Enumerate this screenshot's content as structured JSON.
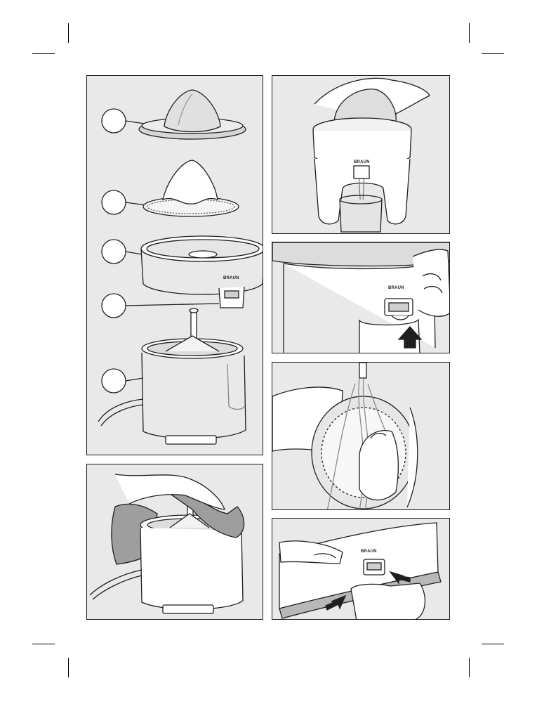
{
  "brand": {
    "logo_text": "BRAUN"
  },
  "colors": {
    "panel_bg": "#e9e9e9",
    "appliance": "#ffffff",
    "outline": "#1f1f1f",
    "shadow": "#bdbdbd",
    "juice": "#d9d9d9"
  },
  "panels": [
    {
      "id": "parts-overview",
      "icon": "juicer-exploded-parts",
      "callouts": 5
    },
    {
      "id": "wipe-motor-base",
      "icon": "hand-cloth-cleaning"
    },
    {
      "id": "press-fruit",
      "icon": "hand-pressing-orange"
    },
    {
      "id": "push-spout",
      "icon": "finger-pushing-spout"
    },
    {
      "id": "rinse-sieve",
      "icon": "water-rinsing-sieve"
    },
    {
      "id": "remove-spout",
      "icon": "hands-squeezing-spout"
    }
  ]
}
